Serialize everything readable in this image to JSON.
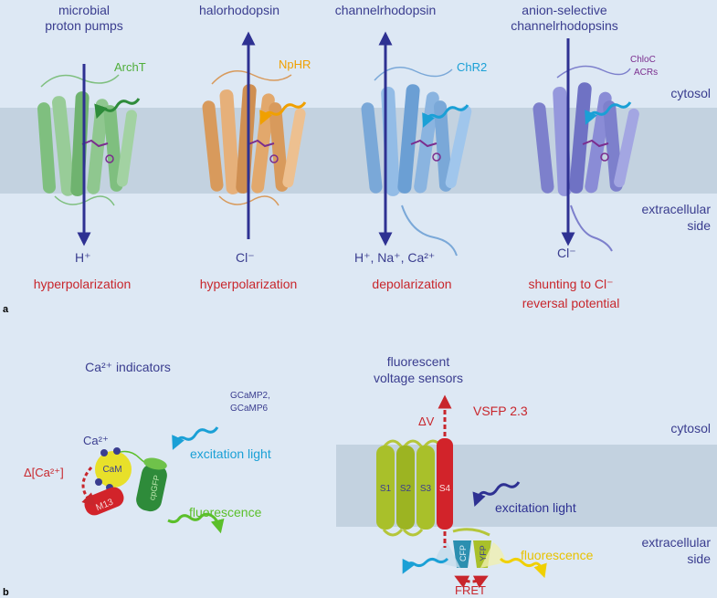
{
  "panel_a": {
    "label": "a",
    "columns": [
      {
        "title_1": "microbial",
        "title_2": "proton pumps",
        "protein": "ArchT",
        "ion": "H⁺",
        "effect_1": "hyperpolarization",
        "effect_2": ""
      },
      {
        "title_1": "",
        "title_2": "halorhodopsin",
        "protein": "NpHR",
        "ion": "Cl⁻",
        "effect_1": "hyperpolarization",
        "effect_2": ""
      },
      {
        "title_1": "",
        "title_2": "channelrhodopsin",
        "protein": "ChR2",
        "ion": "H⁺,  Na⁺,  Ca²⁺",
        "effect_1": "depolarization",
        "effect_2": ""
      },
      {
        "title_1": "anion-selective",
        "title_2": "channelrhodopsins",
        "protein_1": "ChloC",
        "protein_2": "ACRs",
        "ion": "Cl⁻",
        "effect_1": "shunting to Cl⁻",
        "effect_2": "reversal potential"
      }
    ],
    "cytosol": "cytosol",
    "extracellular_1": "extracellular",
    "extracellular_2": "side"
  },
  "panel_b": {
    "label": "b",
    "ca_title": "Ca²⁺ indicators",
    "gcamp_1": "GCaMP2,",
    "gcamp_2": "GCaMP6",
    "ca_ion": "Ca²⁺",
    "delta_ca": "Δ[Ca²⁺]",
    "cam": "CaM",
    "m13": "M13",
    "cpgfp": "cpGFP",
    "excitation_light": "excitation light",
    "fluorescence": "fluorescence",
    "vs_title_1": "fluorescent",
    "vs_title_2": "voltage sensors",
    "delta_v": "ΔV",
    "vsfp": "VSFP 2.3",
    "segments": [
      "S1",
      "S2",
      "S3",
      "S4"
    ],
    "cfp": "CFP",
    "yfp": "YFP",
    "excitation_light_2": "excitation light",
    "fluorescence_2": "fluorescence",
    "fret": "FRET",
    "cytosol": "cytosol",
    "extracellular_1": "extracellular",
    "extracellular_2": "side"
  },
  "colors": {
    "background": "#dde8f4",
    "membrane": "#c3d2e0",
    "title_text": "#3a3d8f",
    "effect_text": "#c8262c",
    "arrow": "#2e3192",
    "archt": "#8bc48c",
    "nphr": "#e0a468",
    "chr2": "#8ab4e0",
    "acr": "#8a8cd6",
    "light_cyan": "#1aa0d6",
    "green_text": "#4fae3a",
    "orange_text": "#f0a000",
    "purple_text": "#7b2d8e"
  }
}
